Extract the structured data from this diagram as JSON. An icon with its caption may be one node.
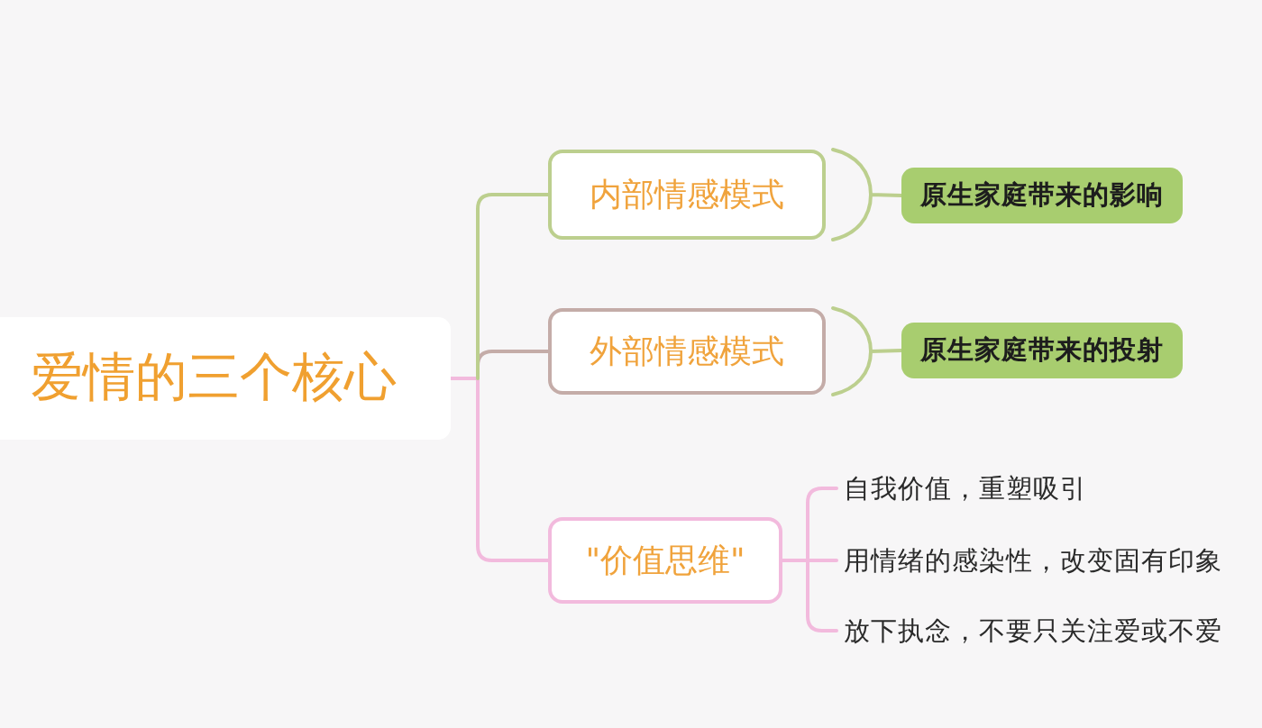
{
  "diagram": {
    "nodes": [
      {
        "text": [
          "爱情的三个核心"
        ]
      },
      {
        "text": [
          "内部情感模式"
        ]
      },
      {
        "text": [
          "外部情感模式"
        ]
      },
      {
        "text": [
          "\"价值思维\""
        ]
      },
      {
        "text": [
          "原生家庭带来的影响"
        ]
      },
      {
        "text": [
          "原生家庭带来的投射"
        ]
      },
      {
        "text": [
          "自我价值，重塑吸引"
        ]
      },
      {
        "text": [
          "用情绪的感染性，改变固有印象"
        ]
      },
      {
        "text": [
          "放下执念，不要只关注爱或不爱"
        ]
      }
    ],
    "edges": [
      {
        "from": 0,
        "to": 1,
        "arrow": "none",
        "color": "#bccf8e"
      },
      {
        "from": 0,
        "to": 2,
        "arrow": "none",
        "color": "#c4aca8"
      },
      {
        "from": 0,
        "to": 3,
        "arrow": "none"
      },
      {
        "from": 1,
        "to": 4,
        "arrow": "none",
        "color": "#bccf8e"
      },
      {
        "from": 2,
        "to": 5,
        "arrow": "none",
        "color": "#bccf8e"
      },
      {
        "from": 3,
        "to": 6,
        "arrow": "none"
      },
      {
        "from": 3,
        "to": 7,
        "arrow": "none"
      },
      {
        "from": 3,
        "to": 8,
        "arrow": "none"
      }
    ]
  }
}
